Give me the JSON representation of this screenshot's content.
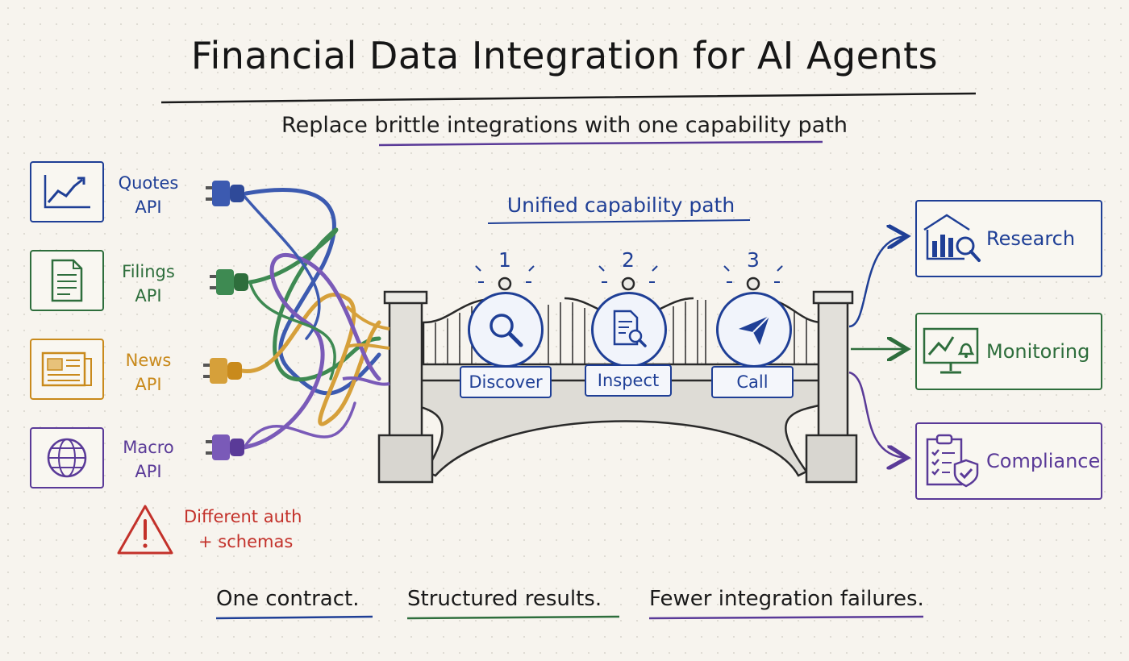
{
  "title": "Financial Data Integration for AI Agents",
  "subtitle": "Replace brittle integrations with one capability path",
  "colors": {
    "blue": "#1f3f96",
    "green": "#2e6e3c",
    "orange": "#c98a1c",
    "purple": "#5a3a98",
    "red": "#c3312a"
  },
  "sources": [
    {
      "line1": "Quotes",
      "line2": "API",
      "icon": "line-chart-icon",
      "color": "blue"
    },
    {
      "line1": "Filings",
      "line2": "API",
      "icon": "document-icon",
      "color": "green"
    },
    {
      "line1": "News",
      "line2": "API",
      "icon": "newspaper-icon",
      "color": "orange"
    },
    {
      "line1": "Macro",
      "line2": "API",
      "icon": "globe-icon",
      "color": "purple"
    }
  ],
  "warning": {
    "line1": "Different auth",
    "line2": "+ schemas",
    "icon": "warning-triangle-icon"
  },
  "path_title": "Unified capability path",
  "steps": [
    {
      "number": "1",
      "label": "Discover",
      "icon": "magnifier-icon"
    },
    {
      "number": "2",
      "label": "Inspect",
      "icon": "document-search-icon"
    },
    {
      "number": "3",
      "label": "Call",
      "icon": "paper-plane-icon"
    }
  ],
  "outputs": [
    {
      "label": "Research",
      "icon": "bar-chart-search-icon",
      "color": "blue"
    },
    {
      "label": "Monitoring",
      "icon": "monitor-alert-icon",
      "color": "green"
    },
    {
      "label": "Compliance",
      "icon": "clipboard-shield-icon",
      "color": "purple"
    }
  ],
  "taglines": [
    "One contract.",
    "Structured results.",
    "Fewer integration failures."
  ]
}
